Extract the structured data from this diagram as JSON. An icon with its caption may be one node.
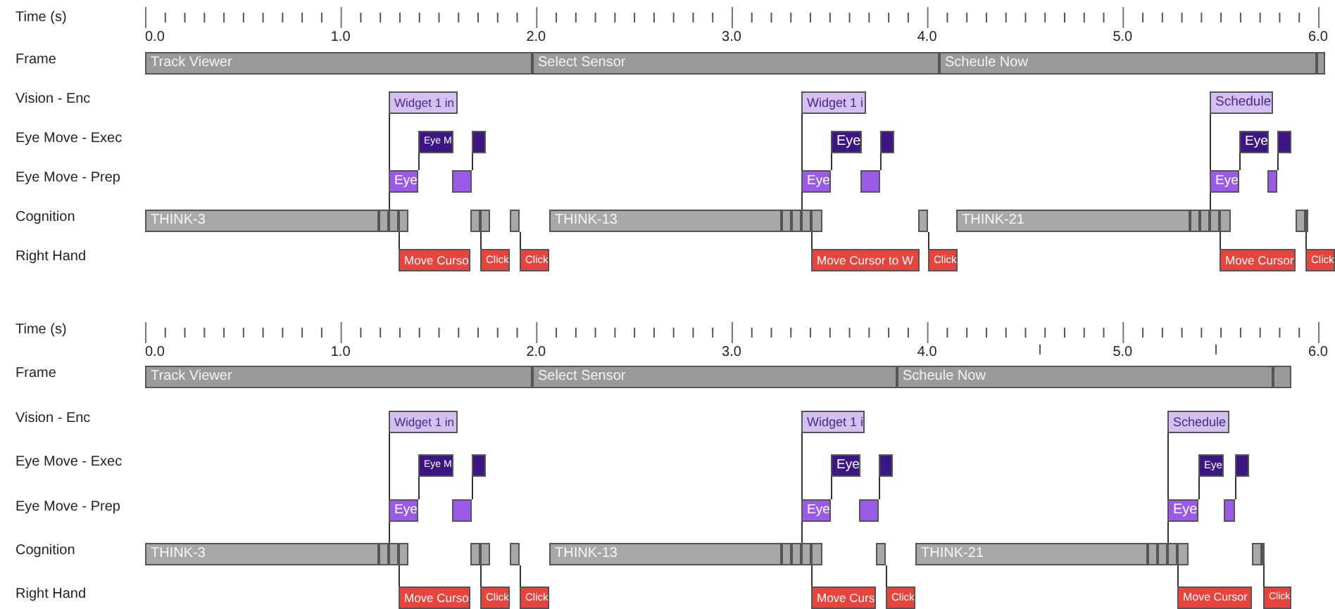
{
  "diagram": {
    "nodes": [
      {
        "text": [
          "Track Viewer"
        ]
      },
      {
        "text": [
          "Select Sensor"
        ]
      },
      {
        "text": [
          "Scheule Now"
        ]
      },
      {
        "text": [],
        "shape": "bar"
      },
      {
        "text": [
          "Widget 1 in"
        ]
      },
      {
        "text": [
          "Widget 1 i"
        ]
      },
      {
        "text": [
          "Schedule"
        ]
      },
      {
        "text": [
          "Eye M"
        ]
      },
      {
        "text": [],
        "shape": "bar"
      },
      {
        "text": [
          "Eye"
        ]
      },
      {
        "text": [],
        "shape": "bar"
      },
      {
        "text": [
          "Eye"
        ]
      },
      {
        "text": [],
        "shape": "bar"
      },
      {
        "text": [
          "Eye"
        ]
      },
      {
        "text": [],
        "shape": "bar"
      },
      {
        "text": [
          "Eye"
        ]
      },
      {
        "text": [],
        "shape": "bar"
      },
      {
        "text": [
          "Eye"
        ]
      },
      {
        "text": [],
        "shape": "bar"
      },
      {
        "text": [
          "THINK-3"
        ]
      },
      {
        "text": [],
        "shape": "bar"
      },
      {
        "text": [],
        "shape": "bar"
      },
      {
        "text": [],
        "shape": "bar"
      },
      {
        "text": [],
        "shape": "bar"
      },
      {
        "text": [],
        "shape": "bar"
      },
      {
        "text": [],
        "shape": "bar"
      },
      {
        "text": [
          "THINK-13"
        ]
      },
      {
        "text": [],
        "shape": "bar"
      },
      {
        "text": [],
        "shape": "bar"
      },
      {
        "text": [],
        "shape": "bar"
      },
      {
        "text": [],
        "shape": "bar"
      },
      {
        "text": [],
        "shape": "bar"
      },
      {
        "text": [
          "THINK-21"
        ]
      },
      {
        "text": [],
        "shape": "bar"
      },
      {
        "text": [],
        "shape": "bar"
      },
      {
        "text": [],
        "shape": "bar"
      },
      {
        "text": [],
        "shape": "bar"
      },
      {
        "text": [],
        "shape": "bar"
      },
      {
        "text": [],
        "shape": "bar"
      },
      {
        "text": [
          "Move Curso"
        ]
      },
      {
        "text": [
          "Click"
        ]
      },
      {
        "text": [
          "Click"
        ]
      },
      {
        "text": [
          "Move Cursor to W"
        ]
      },
      {
        "text": [
          "Click"
        ]
      },
      {
        "text": [
          "Move Cursor"
        ]
      },
      {
        "text": [
          "Click"
        ]
      },
      {
        "text": [
          "Track Viewer"
        ]
      },
      {
        "text": [
          "Select Sensor"
        ]
      },
      {
        "text": [
          "Scheule Now"
        ]
      },
      {
        "text": [],
        "shape": "bar"
      },
      {
        "text": [
          "Widget 1 in"
        ]
      },
      {
        "text": [
          "Widget 1 i"
        ]
      },
      {
        "text": [
          "Schedule"
        ]
      },
      {
        "text": [
          "Eye M"
        ]
      },
      {
        "text": [],
        "shape": "bar"
      },
      {
        "text": [
          "Eye"
        ]
      },
      {
        "text": [],
        "shape": "bar"
      },
      {
        "text": [
          "Eye"
        ]
      },
      {
        "text": [],
        "shape": "bar"
      },
      {
        "text": [
          "Eye"
        ]
      },
      {
        "text": [],
        "shape": "bar"
      },
      {
        "text": [
          "Eye"
        ]
      },
      {
        "text": [],
        "shape": "bar"
      },
      {
        "text": [
          "Eye"
        ]
      },
      {
        "text": [],
        "shape": "bar"
      },
      {
        "text": [
          "THINK-3"
        ]
      },
      {
        "text": [],
        "shape": "bar"
      },
      {
        "text": [],
        "shape": "bar"
      },
      {
        "text": [],
        "shape": "bar"
      },
      {
        "text": [],
        "shape": "bar"
      },
      {
        "text": [],
        "shape": "bar"
      },
      {
        "text": [],
        "shape": "bar"
      },
      {
        "text": [
          "THINK-13"
        ]
      },
      {
        "text": [],
        "shape": "bar"
      },
      {
        "text": [],
        "shape": "bar"
      },
      {
        "text": [],
        "shape": "bar"
      },
      {
        "text": [],
        "shape": "bar"
      },
      {
        "text": [],
        "shape": "bar"
      },
      {
        "text": [
          "THINK-21"
        ]
      },
      {
        "text": [],
        "shape": "bar"
      },
      {
        "text": [],
        "shape": "bar"
      },
      {
        "text": [],
        "shape": "bar"
      },
      {
        "text": [],
        "shape": "bar"
      },
      {
        "text": [],
        "shape": "bar"
      },
      {
        "text": [],
        "shape": "bar"
      },
      {
        "text": [
          "Move Curso"
        ]
      },
      {
        "text": [
          "Click"
        ]
      },
      {
        "text": [
          "Click"
        ]
      },
      {
        "text": [
          "Move Curs"
        ]
      },
      {
        "text": [
          "Click"
        ]
      },
      {
        "text": [
          "Move Cursor"
        ]
      },
      {
        "text": [
          "Click"
        ]
      }
    ],
    "edges": [
      {
        "from": 4,
        "to": 21,
        "arrow": "none"
      },
      {
        "from": 5,
        "to": 29,
        "arrow": "none"
      },
      {
        "from": 6,
        "to": 35,
        "arrow": "none"
      },
      {
        "from": 13,
        "to": 7,
        "arrow": "none"
      },
      {
        "from": 14,
        "to": 8,
        "arrow": "none"
      },
      {
        "from": 15,
        "to": 9,
        "arrow": "none"
      },
      {
        "from": 16,
        "to": 10,
        "arrow": "none"
      },
      {
        "from": 17,
        "to": 11,
        "arrow": "none"
      },
      {
        "from": 18,
        "to": 12,
        "arrow": "none"
      },
      {
        "from": 22,
        "to": 39,
        "arrow": "none"
      },
      {
        "from": 24,
        "to": 40,
        "arrow": "none"
      },
      {
        "from": 25,
        "to": 41,
        "arrow": "none"
      },
      {
        "from": 30,
        "to": 42,
        "arrow": "none"
      },
      {
        "from": 31,
        "to": 43,
        "arrow": "none"
      },
      {
        "from": 36,
        "to": 44,
        "arrow": "none"
      },
      {
        "from": 38,
        "to": 45,
        "arrow": "none"
      },
      {
        "from": 50,
        "to": 67,
        "arrow": "none"
      },
      {
        "from": 51,
        "to": 75,
        "arrow": "none"
      },
      {
        "from": 52,
        "to": 81,
        "arrow": "none"
      },
      {
        "from": 59,
        "to": 53,
        "arrow": "none"
      },
      {
        "from": 60,
        "to": 54,
        "arrow": "none"
      },
      {
        "from": 61,
        "to": 55,
        "arrow": "none"
      },
      {
        "from": 62,
        "to": 56,
        "arrow": "none"
      },
      {
        "from": 63,
        "to": 57,
        "arrow": "none"
      },
      {
        "from": 64,
        "to": 58,
        "arrow": "none"
      },
      {
        "from": 68,
        "to": 85,
        "arrow": "none"
      },
      {
        "from": 70,
        "to": 86,
        "arrow": "none"
      },
      {
        "from": 71,
        "to": 87,
        "arrow": "none"
      },
      {
        "from": 76,
        "to": 88,
        "arrow": "none"
      },
      {
        "from": 77,
        "to": 89,
        "arrow": "none"
      },
      {
        "from": 82,
        "to": 90,
        "arrow": "none"
      },
      {
        "from": 84,
        "to": 91,
        "arrow": "none"
      }
    ],
    "labels": [
      "Time (s)",
      "0.0",
      "1.0",
      "2.0",
      "3.0",
      "4.0",
      "5.0",
      "6.0",
      "Frame",
      "Vision - Enc",
      "Eye Move - Exec",
      "Eye Move - Prep",
      "Cognition",
      "Right Hand",
      "Time (s)",
      "0.0",
      "1.0",
      "2.0",
      "3.0",
      "4.0",
      "5.0",
      "6.0",
      "Frame",
      "Vision - Enc",
      "Eye Move - Exec",
      "Eye Move - Prep",
      "Cognition",
      "Right Hand"
    ]
  }
}
